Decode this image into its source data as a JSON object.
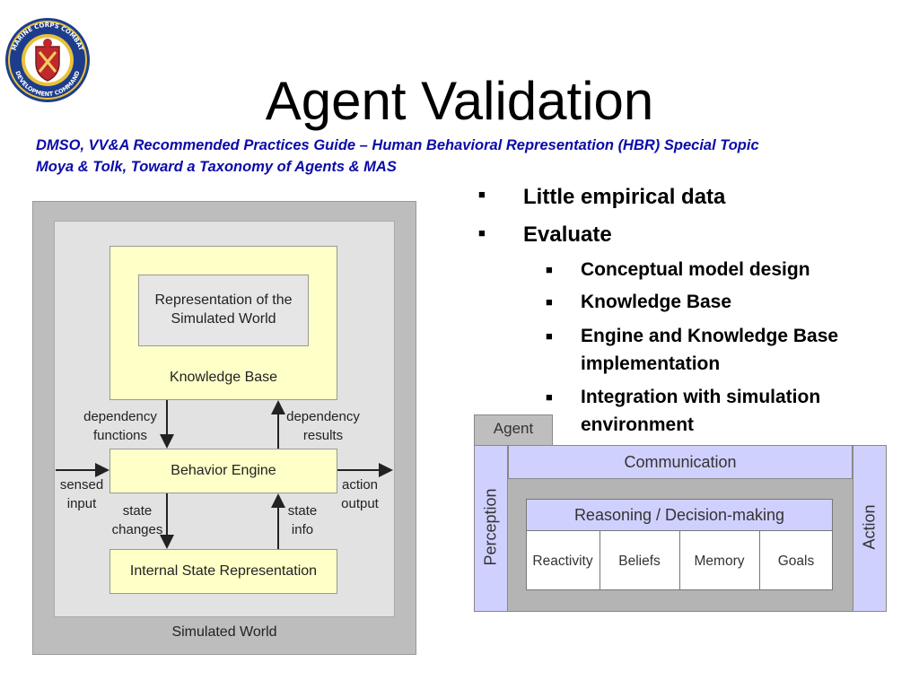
{
  "title": "Agent Validation",
  "references": [
    "DMSO, VV&A Recommended Practices Guide – Human Behavioral Representation (HBR) Special Topic",
    "Moya & Tolk, Toward a Taxonomy of Agents & MAS"
  ],
  "logo": {
    "text_top": "MARINE CORPS COMBAT",
    "text_bottom": "DEVELOPMENT COMMAND"
  },
  "bullets": [
    {
      "text": "Little empirical data",
      "children": []
    },
    {
      "text": "Evaluate",
      "children": [
        "Conceptual model design",
        "Knowledge Base",
        "Engine and Knowledge Base implementation",
        "Integration with simulation environment"
      ]
    }
  ],
  "left_diagram": {
    "simulated_world": "Simulated World",
    "representation": "Representation of the Simulated World",
    "knowledge_base": "Knowledge Base",
    "behavior_engine": "Behavior Engine",
    "internal_state": "Internal State Representation",
    "dependency_functions": "dependency functions",
    "dependency_results": "dependency results",
    "sensed_input": "sensed input",
    "action_output": "action output",
    "state_changes": "state changes",
    "state_info": "state info",
    "colors": {
      "outer": "#bdbdbd",
      "inner": "#e2e2e2",
      "yellow": "#ffffc8",
      "rep": "#e6e6e6"
    }
  },
  "right_diagram": {
    "agent": "Agent",
    "communication": "Communication",
    "perception": "Perception",
    "action": "Action",
    "reasoning": "Reasoning / Decision-making",
    "cells": [
      "Reactivity",
      "Beliefs",
      "Memory",
      "Goals"
    ],
    "colors": {
      "lavender": "#d0d0ff",
      "gray": "#b4b4b4",
      "agent_tab": "#bebebe"
    }
  }
}
